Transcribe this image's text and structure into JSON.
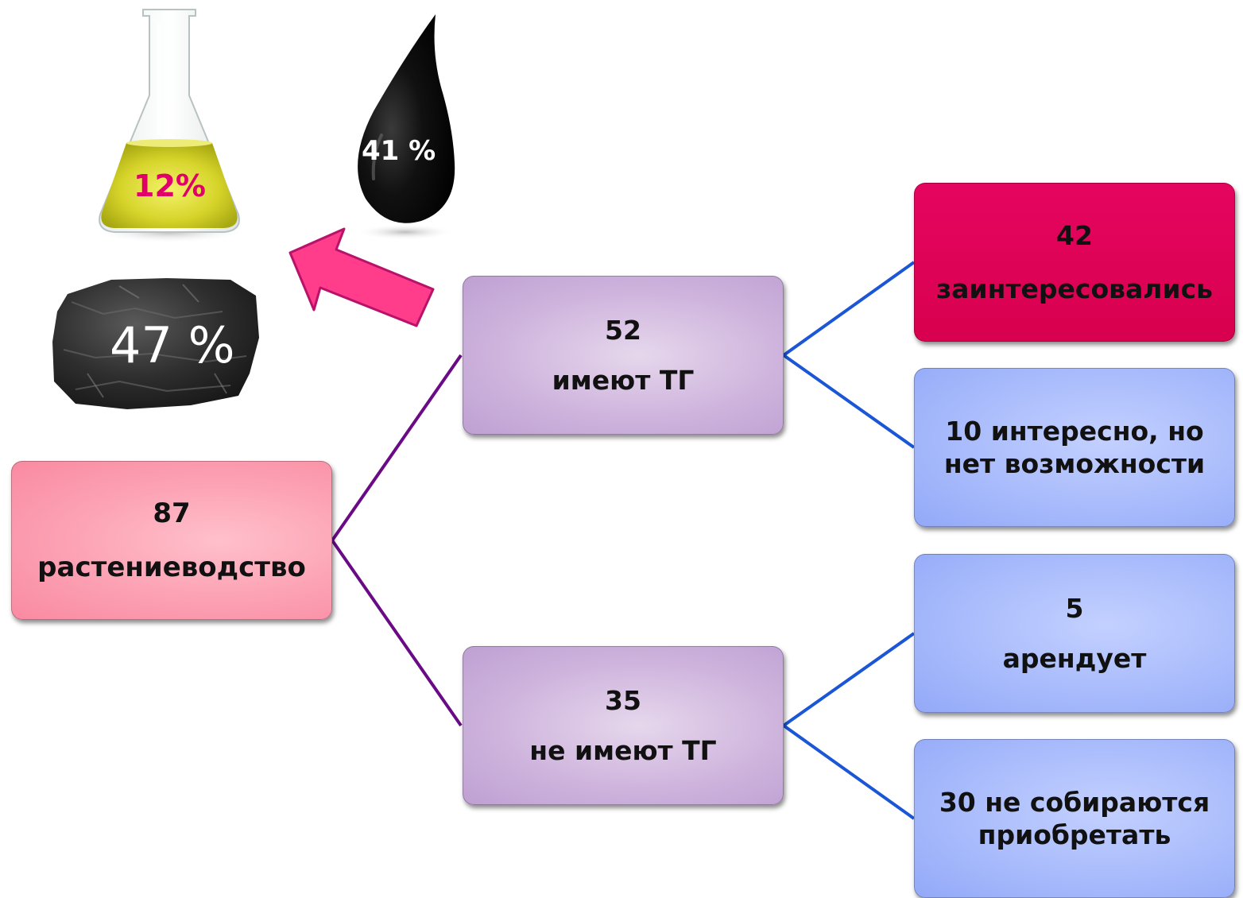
{
  "root": {
    "number": "87",
    "label": "растениеводство"
  },
  "have_tg": {
    "number": "52",
    "label": "имеют ТГ"
  },
  "no_tg": {
    "number": "35",
    "label": "не имеют ТГ"
  },
  "interested": {
    "number": "42",
    "label": "заинтересовались"
  },
  "no_possibility": {
    "label": "10 интересно, но нет возможности"
  },
  "rent": {
    "number": "5",
    "label": "арендует"
  },
  "not_buy": {
    "label": "30 не собираются приобретать"
  },
  "fuel": {
    "flask_percent": "12%",
    "drop_percent": "41 %",
    "coal_percent": "47 %",
    "flask_icon": "flask-icon",
    "drop_icon": "oil-drop-icon",
    "coal_icon": "coal-icon",
    "arrow_icon": "arrow-icon"
  },
  "colors": {
    "root": "#fca0b3",
    "level2": "#cdb2dc",
    "interested": "#e0005a",
    "blue": "#a6b9fb",
    "arrow": "#ff3d8b",
    "link_left": "#6a0a86",
    "link_right": "#1a56d6",
    "flask_percent": "#e0006a"
  }
}
